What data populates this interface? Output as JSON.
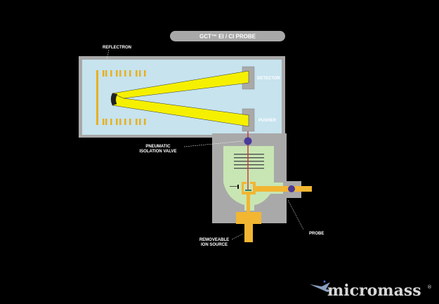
{
  "title": "GCT™ EI / CI PROBE",
  "labels": {
    "reflectron": "REFLECTRON",
    "detector": "DETECTOR",
    "pusher": "PUSHER",
    "valve_line1": "PNEUMATIC",
    "valve_line2": "ISOLATION VALVE",
    "probe": "PROBE",
    "source_line1": "REMOVEABLE",
    "source_line2": "ION SOURCE"
  },
  "logo": {
    "name": "micromass",
    "reg": "®"
  },
  "colors": {
    "background": "#000000",
    "housing": "#a9a9a9",
    "tof": "#c6e3ee",
    "source": "#c8e6b4",
    "beam": "#f5f000",
    "metal": "#f2b632",
    "valve": "#4a3a9a",
    "ion_path": "#d03030"
  }
}
